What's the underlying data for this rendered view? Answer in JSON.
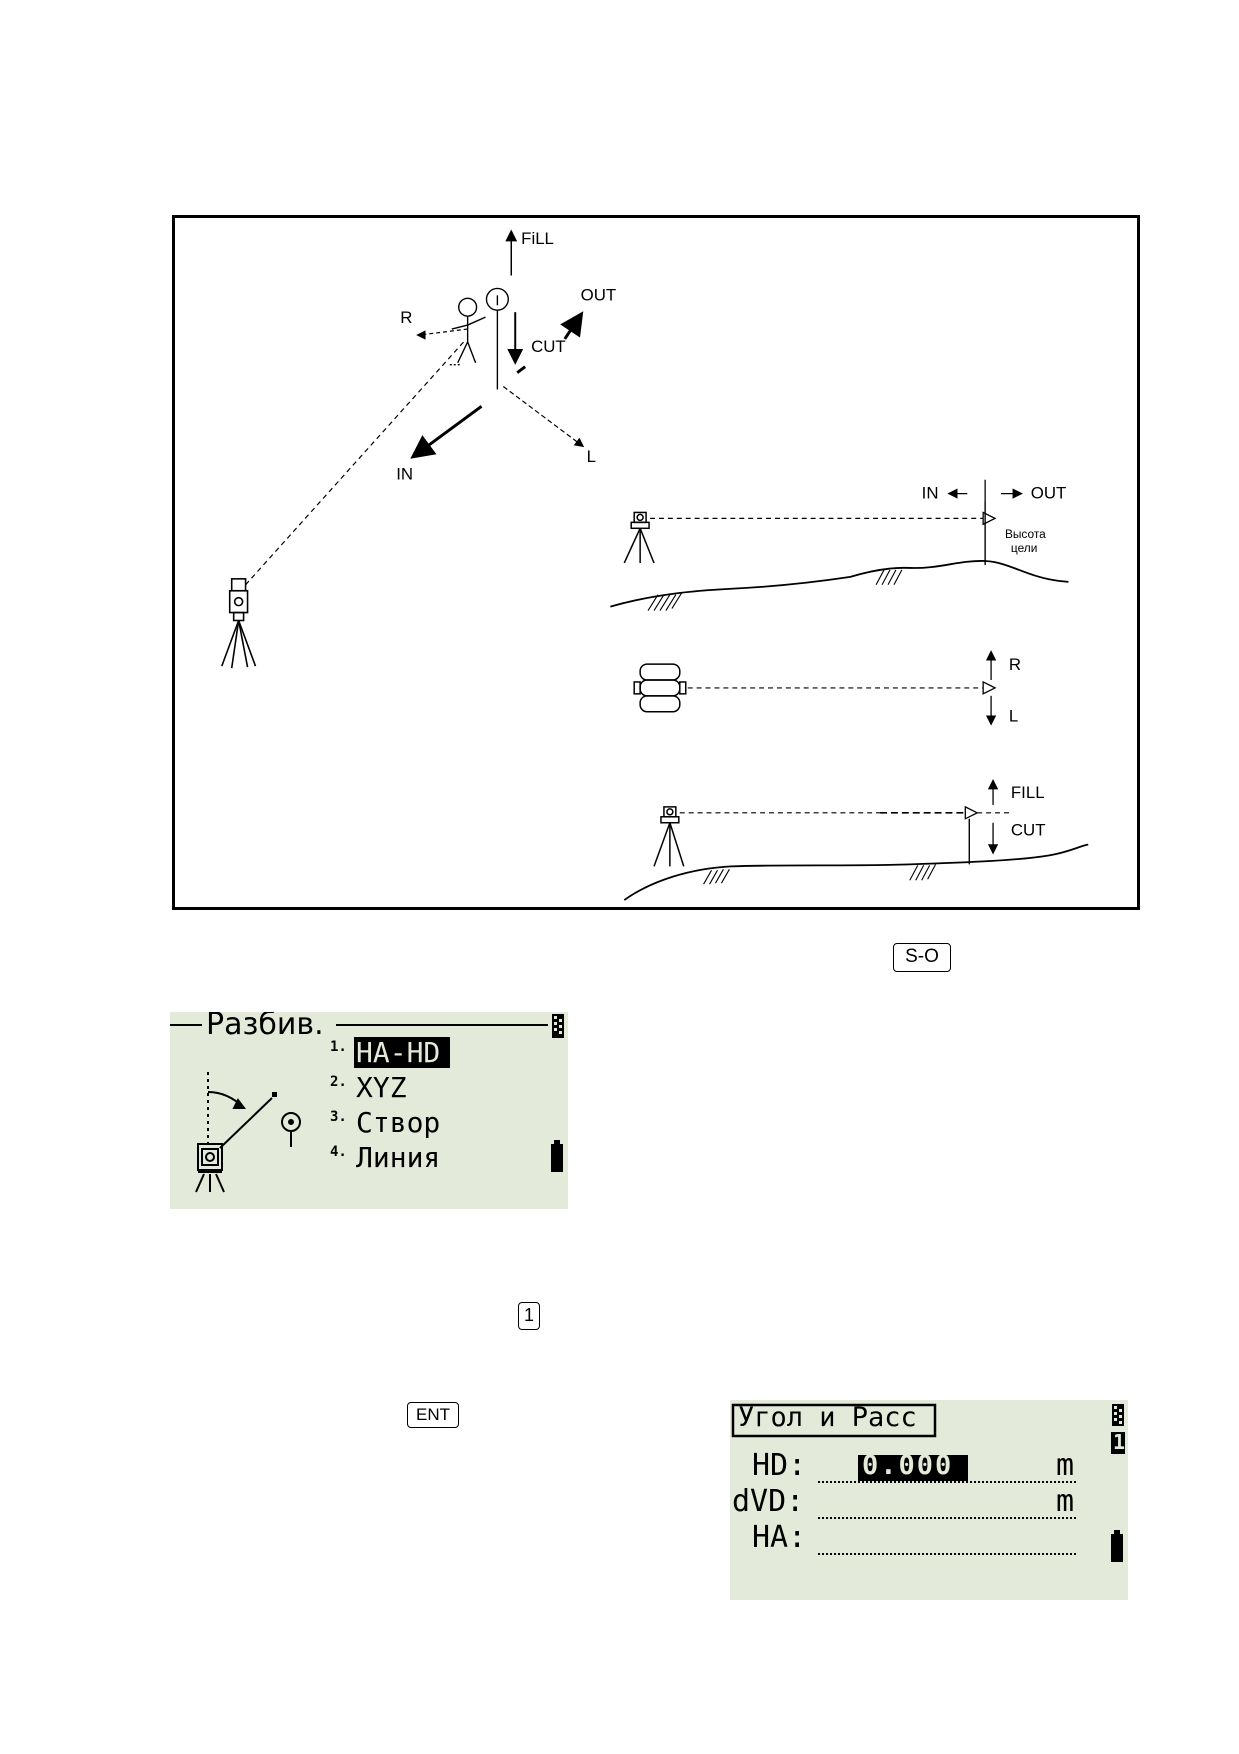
{
  "diagram": {
    "labels": {
      "fill_top": "FiLL",
      "out_top": "OUT",
      "cut_top": "CUT",
      "r_top": "R",
      "in_top": "IN",
      "l_top": "L",
      "in_side": "IN",
      "out_side": "OUT",
      "target_height_line1": "Высота",
      "target_height_line2": "цели",
      "r_plan": "R",
      "l_plan": "L",
      "fill_side": "FILL",
      "cut_side": "CUT"
    }
  },
  "keys": {
    "so": "S-O",
    "one": "1",
    "ent": "ENT"
  },
  "screen1": {
    "title": "Разбив.",
    "items": [
      {
        "num": "1.",
        "label": "HA-HD",
        "selected": true
      },
      {
        "num": "2.",
        "label": "XYZ",
        "selected": false
      },
      {
        "num": "3.",
        "label": "Створ",
        "selected": false
      },
      {
        "num": "4.",
        "label": "Линия",
        "selected": false
      }
    ]
  },
  "screen2": {
    "title": "Угол и Расс",
    "page": "1",
    "rows": [
      {
        "label": "HD:",
        "value": "0.000",
        "unit": "m"
      },
      {
        "label": "dVD:",
        "value": "",
        "unit": "m"
      },
      {
        "label": "HA:",
        "value": "",
        "unit": ""
      }
    ]
  },
  "colors": {
    "lcd_background": "#e4ead9",
    "ink": "#000000"
  }
}
